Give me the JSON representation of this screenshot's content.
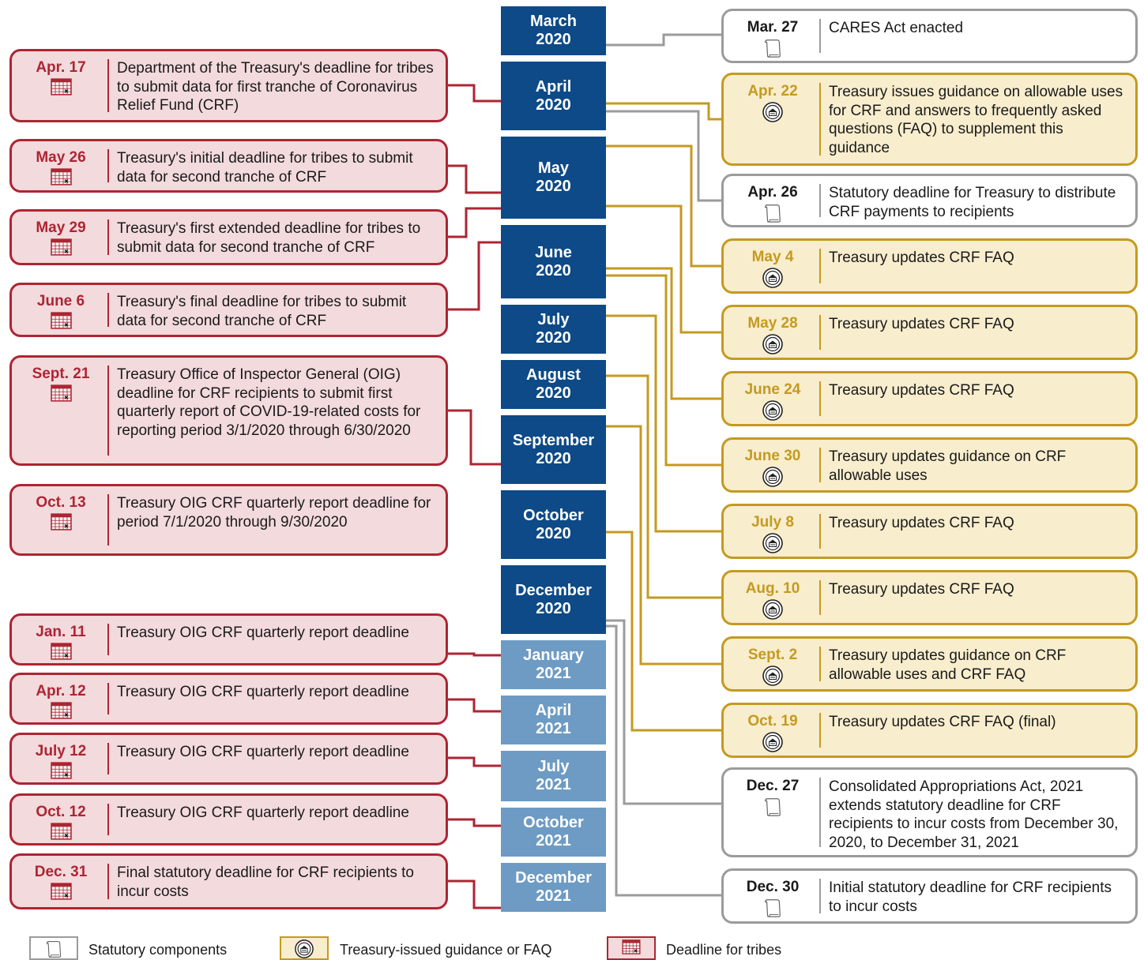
{
  "months": [
    {
      "line1": "March",
      "line2": "2020",
      "shade": "dark"
    },
    {
      "line1": "April",
      "line2": "2020",
      "shade": "dark"
    },
    {
      "line1": "May",
      "line2": "2020",
      "shade": "dark"
    },
    {
      "line1": "June",
      "line2": "2020",
      "shade": "dark"
    },
    {
      "line1": "July",
      "line2": "2020",
      "shade": "dark"
    },
    {
      "line1": "August",
      "line2": "2020",
      "shade": "dark"
    },
    {
      "line1": "September",
      "line2": "2020",
      "shade": "dark"
    },
    {
      "line1": "October",
      "line2": "2020",
      "shade": "dark"
    },
    {
      "line1": "December",
      "line2": "2020",
      "shade": "dark"
    },
    {
      "line1": "January",
      "line2": "2021",
      "shade": "light"
    },
    {
      "line1": "April",
      "line2": "2021",
      "shade": "light"
    },
    {
      "line1": "July",
      "line2": "2021",
      "shade": "light"
    },
    {
      "line1": "October",
      "line2": "2021",
      "shade": "light"
    },
    {
      "line1": "December",
      "line2": "2021",
      "shade": "light"
    }
  ],
  "left_events": [
    {
      "date": "Apr. 17",
      "text": "Department of the Treasury's deadline for tribes to submit data for first tranche of Coronavirus Relief Fund (CRF)",
      "category": "deadline",
      "icon": "calendar-icon"
    },
    {
      "date": "May 26",
      "text": "Treasury's initial deadline for tribes to submit data for second tranche of CRF",
      "category": "deadline",
      "icon": "calendar-icon"
    },
    {
      "date": "May 29",
      "text": "Treasury's first extended deadline for tribes to submit data for second tranche of CRF",
      "category": "deadline",
      "icon": "calendar-icon"
    },
    {
      "date": "June 6",
      "text": "Treasury's final deadline for tribes to submit data for second tranche of CRF",
      "category": "deadline",
      "icon": "calendar-icon"
    },
    {
      "date": "Sept. 21",
      "text": "Treasury Office of Inspector General (OIG) deadline for CRF recipients to submit first quarterly report of COVID-19-related costs for reporting period 3/1/2020 through 6/30/2020",
      "category": "deadline",
      "icon": "calendar-icon"
    },
    {
      "date": "Oct. 13",
      "text": "Treasury OIG CRF quarterly report deadline for period 7/1/2020 through 9/30/2020",
      "category": "deadline",
      "icon": "calendar-icon"
    },
    {
      "date": "Jan. 11",
      "text": "Treasury OIG CRF quarterly report deadline",
      "category": "deadline",
      "icon": "calendar-icon"
    },
    {
      "date": "Apr. 12",
      "text": "Treasury OIG CRF quarterly report deadline",
      "category": "deadline",
      "icon": "calendar-icon"
    },
    {
      "date": "July 12",
      "text": "Treasury OIG CRF quarterly report deadline",
      "category": "deadline",
      "icon": "calendar-icon"
    },
    {
      "date": "Oct. 12",
      "text": "Treasury OIG CRF quarterly report deadline",
      "category": "deadline",
      "icon": "calendar-icon"
    },
    {
      "date": "Dec. 31",
      "text": "Final statutory deadline for CRF recipients to incur costs",
      "category": "deadline",
      "icon": "calendar-icon"
    }
  ],
  "right_events": [
    {
      "date": "Mar. 27",
      "text": "CARES Act enacted",
      "category": "statute",
      "icon": "scroll-icon"
    },
    {
      "date": "Apr. 22",
      "text": "Treasury issues guidance on allowable uses for CRF and answers to frequently asked questions (FAQ) to supplement this guidance",
      "category": "guidance",
      "icon": "treasury-seal-icon"
    },
    {
      "date": "Apr. 26",
      "text": "Statutory deadline for Treasury to distribute CRF payments to recipients",
      "category": "statute",
      "icon": "scroll-icon"
    },
    {
      "date": "May 4",
      "text": "Treasury updates CRF FAQ",
      "category": "guidance",
      "icon": "treasury-seal-icon"
    },
    {
      "date": "May 28",
      "text": "Treasury updates CRF FAQ",
      "category": "guidance",
      "icon": "treasury-seal-icon"
    },
    {
      "date": "June 24",
      "text": "Treasury updates CRF FAQ",
      "category": "guidance",
      "icon": "treasury-seal-icon"
    },
    {
      "date": "June 30",
      "text": "Treasury updates guidance on CRF allowable uses",
      "category": "guidance",
      "icon": "treasury-seal-icon"
    },
    {
      "date": "July 8",
      "text": "Treasury updates CRF FAQ",
      "category": "guidance",
      "icon": "treasury-seal-icon"
    },
    {
      "date": "Aug. 10",
      "text": "Treasury updates CRF FAQ",
      "category": "guidance",
      "icon": "treasury-seal-icon"
    },
    {
      "date": "Sept. 2",
      "text": "Treasury updates guidance on CRF allowable uses and CRF FAQ",
      "category": "guidance",
      "icon": "treasury-seal-icon"
    },
    {
      "date": "Oct. 19",
      "text": "Treasury updates CRF FAQ (final)",
      "category": "guidance",
      "icon": "treasury-seal-icon"
    },
    {
      "date": "Dec. 27",
      "text": "Consolidated Appropriations Act, 2021 extends statutory deadline for CRF recipients to incur costs from December 30, 2020, to December 31, 2021",
      "category": "statute",
      "icon": "scroll-icon"
    },
    {
      "date": "Dec. 30",
      "text": "Initial statutory deadline for CRF recipients to incur costs",
      "category": "statute",
      "icon": "scroll-icon"
    }
  ],
  "legend": [
    {
      "label": "Statutory components",
      "category": "statute",
      "icon": "scroll-icon"
    },
    {
      "label": "Treasury-issued guidance or FAQ",
      "category": "guidance",
      "icon": "treasury-seal-icon"
    },
    {
      "label": "Deadline for tribes",
      "category": "deadline",
      "icon": "calendar-icon"
    }
  ],
  "colors": {
    "month_dark": "#0d4a87",
    "month_light": "#6d9bc4",
    "deadline_border": "#ad2533",
    "deadline_fill": "#f3dadd",
    "guidance_border": "#c49a20",
    "guidance_fill": "#f8edcd",
    "statute_border": "#9b9b9b",
    "statute_fill": "#ffffff"
  }
}
